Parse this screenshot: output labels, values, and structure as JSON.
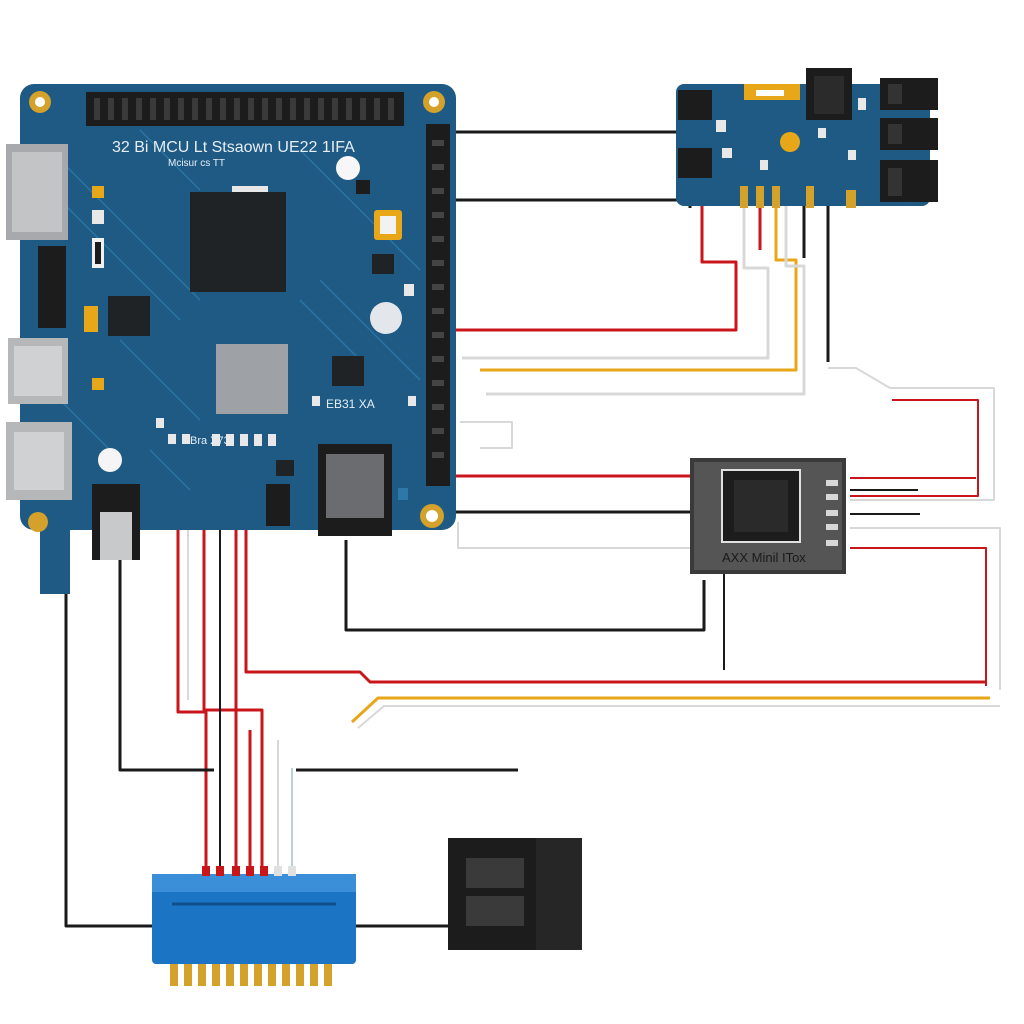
{
  "main_board": {
    "silkscreen_line1": "32  Bi   MCU Lt Stsaown UE22 1IFA",
    "silkscreen_line2": "Mcisur  cs               TT",
    "label_a": "EB31 XA",
    "label_b": "Bra  X73"
  },
  "module": {
    "label": "AXX Minil ITox"
  },
  "wire_colors": {
    "red": "#c8161a",
    "black": "#1a1a1a",
    "yellow": "#e8a619",
    "white": "#d8d8d8",
    "board_blue": "#1e5a84",
    "pad_gold": "#d4a12a"
  }
}
